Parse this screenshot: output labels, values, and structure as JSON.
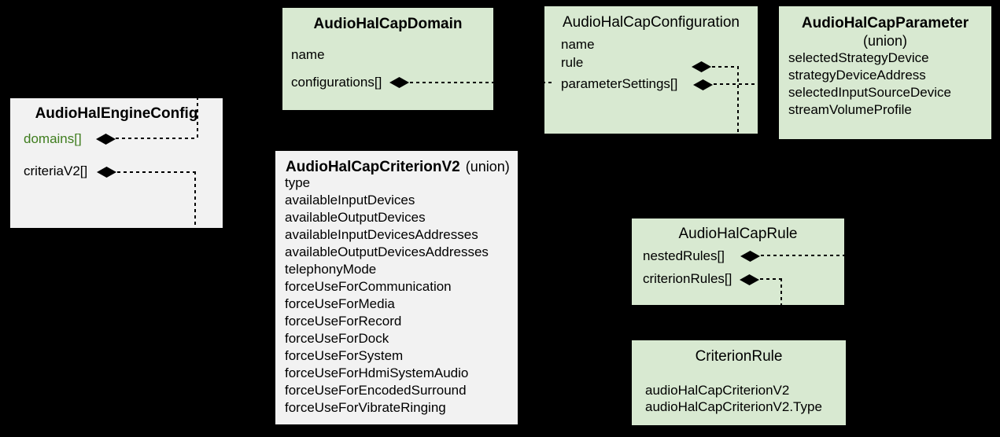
{
  "diagram": {
    "background": "#000000",
    "colors": {
      "green_box": "#d8e9d1",
      "gray_box": "#f2f2f2",
      "green_field_text": "#3f7d1e",
      "text": "#000000",
      "connector": "#000000"
    },
    "classes": {
      "engine": {
        "title": "AudioHalEngineConfig",
        "fields": [
          "domains[]",
          "criteriaV2[]"
        ]
      },
      "domain": {
        "title": "AudioHalCapDomain",
        "fields": [
          "name",
          "configurations[]"
        ]
      },
      "configuration": {
        "title": "AudioHalCapConfiguration",
        "fields": [
          "name",
          "rule",
          "parameterSettings[]"
        ]
      },
      "parameter": {
        "title": "AudioHalCapParameter",
        "subtitle": "(union)",
        "fields": [
          "selectedStrategyDevice",
          "strategyDeviceAddress",
          "selectedInputSourceDevice",
          "streamVolumeProfile"
        ]
      },
      "criterion": {
        "title": "AudioHalCapCriterionV2",
        "subtitle": "(union)",
        "fields": [
          "type",
          "availableInputDevices",
          "availableOutputDevices",
          "availableInputDevicesAddresses",
          "availableOutputDevicesAddresses",
          "telephonyMode",
          "forceUseForCommunication",
          "forceUseForMedia",
          "forceUseForRecord",
          "forceUseForDock",
          "forceUseForSystem",
          "forceUseForHdmiSystemAudio",
          "forceUseForEncodedSurround",
          "forceUseForVibrateRinging"
        ]
      },
      "rule": {
        "title": "AudioHalCapRule",
        "fields": [
          "nestedRules[]",
          "criterionRules[]"
        ]
      },
      "criterion_rule": {
        "title": "CriterionRule",
        "fields": [
          "audioHalCapCriterionV2",
          "audioHalCapCriterionV2.Type"
        ]
      }
    }
  }
}
